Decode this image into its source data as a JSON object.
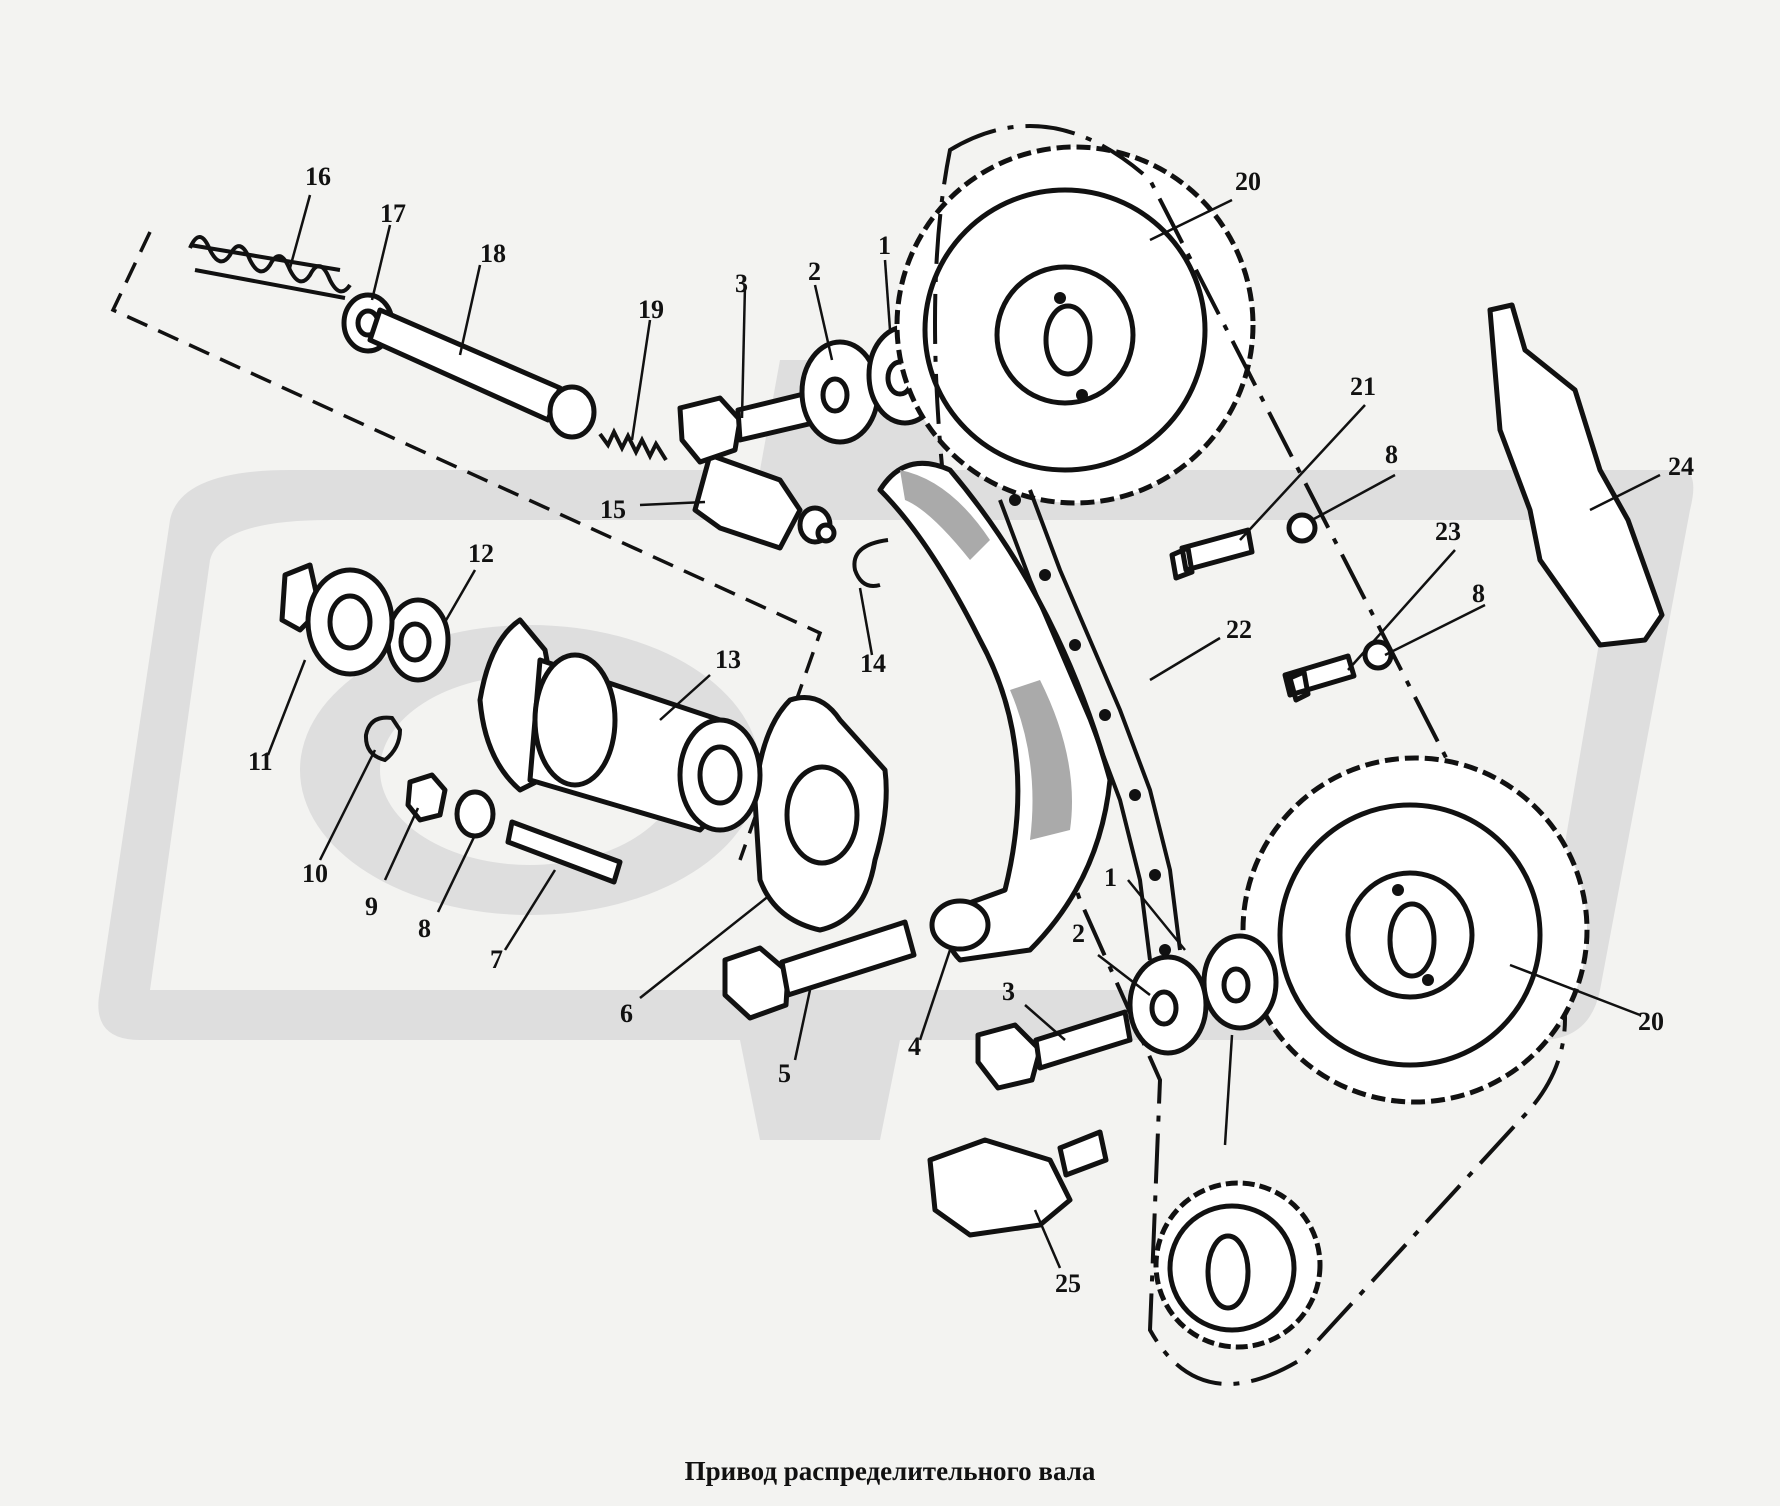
{
  "caption": "Привод распределительного вала",
  "labels": {
    "l1a": "1",
    "l1b": "1",
    "l2a": "2",
    "l2b": "2",
    "l3a": "3",
    "l3b": "3",
    "l4": "4",
    "l5": "5",
    "l6": "6",
    "l7": "7",
    "l8a": "8",
    "l8b": "8",
    "l8c": "8",
    "l9": "9",
    "l10": "10",
    "l11": "11",
    "l12": "12",
    "l13": "13",
    "l14": "14",
    "l15": "15",
    "l16": "16",
    "l17": "17",
    "l18": "18",
    "l19": "19",
    "l20a": "20",
    "l20b": "20",
    "l21": "21",
    "l22": "22",
    "l23": "23",
    "l24": "24",
    "l25": "25"
  }
}
